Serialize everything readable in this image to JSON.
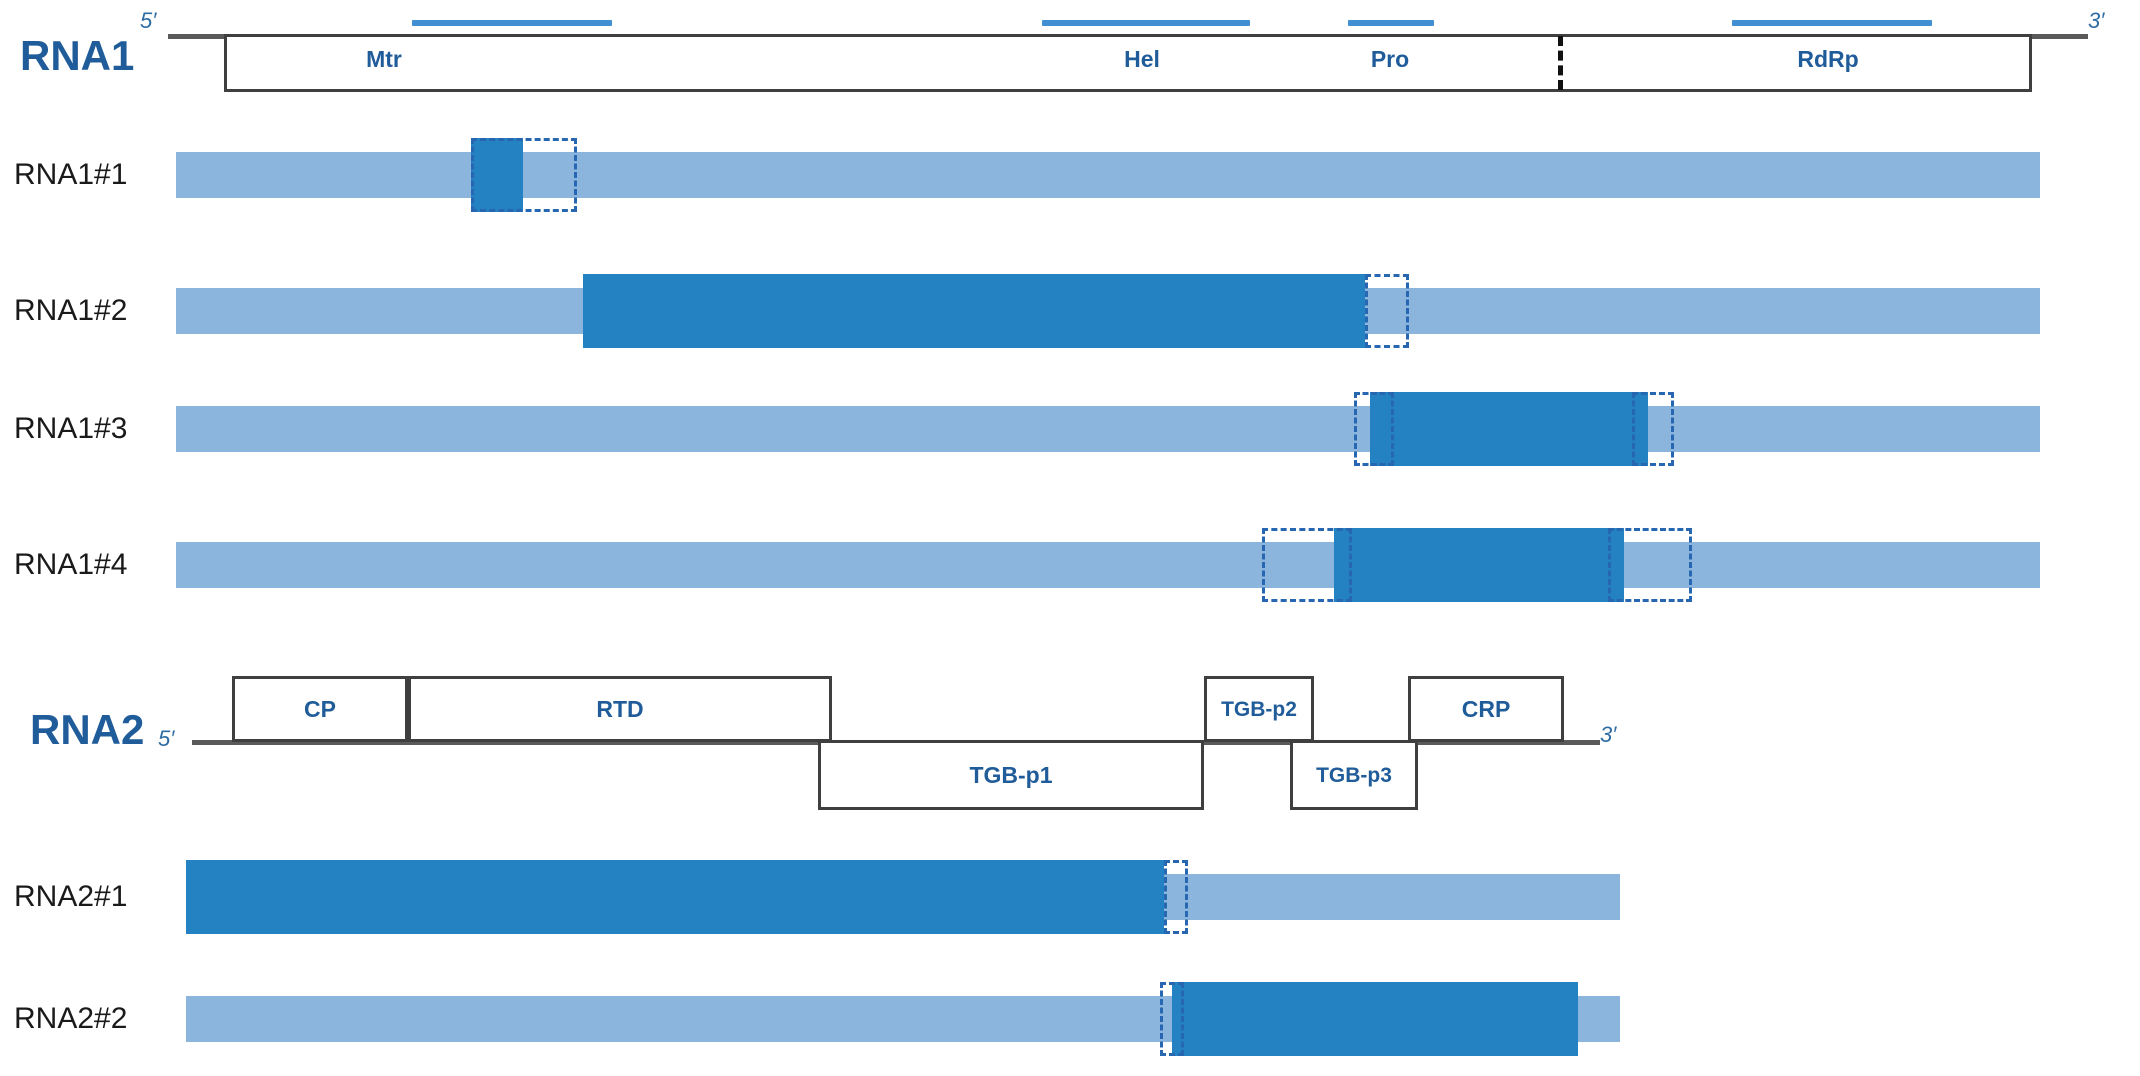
{
  "figure": {
    "genomes": [
      {
        "id": "rna1",
        "title": "RNA1",
        "five_prime": "5′",
        "three_prime": "3′",
        "orfs": [
          {
            "name": "Mtr",
            "label": "Mtr"
          },
          {
            "name": "Hel",
            "label": "Hel"
          },
          {
            "name": "Pro",
            "label": "Pro"
          },
          {
            "name": "RdRp",
            "label": "RdRp"
          }
        ]
      },
      {
        "id": "rna2",
        "title": "RNA2",
        "five_prime": "5′",
        "three_prime": "3′",
        "orfs": [
          {
            "name": "CP",
            "label": "CP"
          },
          {
            "name": "RTD",
            "label": "RTD"
          },
          {
            "name": "TGB-p1",
            "label": "TGB-p1"
          },
          {
            "name": "TGB-p2",
            "label": "TGB-p2"
          },
          {
            "name": "TGB-p3",
            "label": "TGB-p3"
          },
          {
            "name": "CRP",
            "label": "CRP"
          }
        ]
      }
    ],
    "constructs": [
      {
        "id": "rna1-1",
        "label": "RNA1#1"
      },
      {
        "id": "rna1-2",
        "label": "RNA1#2"
      },
      {
        "id": "rna1-3",
        "label": "RNA1#3"
      },
      {
        "id": "rna1-4",
        "label": "RNA1#4"
      },
      {
        "id": "rna2-1",
        "label": "RNA2#1"
      },
      {
        "id": "rna2-2",
        "label": "RNA2#2"
      }
    ],
    "colors": {
      "accent_dark_blue": "#2482c3",
      "accent_light_blue": "#8bb5dc",
      "label_blue": "#1f5c99",
      "probe_blue": "#3f8fd2",
      "outline_gray": "#5a5a5a",
      "dashed_outline": "#2766b0"
    }
  }
}
